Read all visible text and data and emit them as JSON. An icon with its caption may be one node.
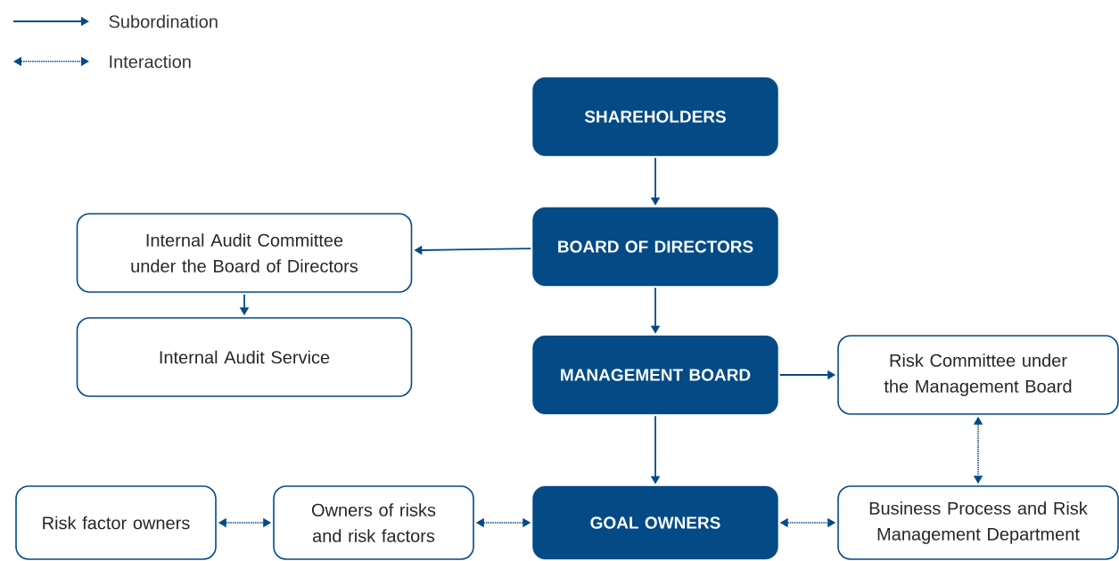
{
  "diagram": {
    "nodes": [
      {
        "text": [
          "SHAREHOLDERS"
        ]
      },
      {
        "text": [
          "BOARD OF DIRECTORS"
        ]
      },
      {
        "text": [
          "Internal Audit Committee under the Board of Directors"
        ]
      },
      {
        "text": [
          "Internal Audit Service"
        ]
      },
      {
        "text": [
          "MANAGEMENT BOARD"
        ]
      },
      {
        "text": [
          "Risk Committee under the Management Board"
        ]
      },
      {
        "text": [
          "Risk factor owners"
        ]
      },
      {
        "text": [
          "Owners of risks and risk factors"
        ]
      },
      {
        "text": [
          "GOAL OWNERS"
        ]
      },
      {
        "text": [
          "Business Process and Risk Management Department"
        ]
      }
    ],
    "edges": [
      {
        "from": 0,
        "to": 1,
        "arrow": "to"
      },
      {
        "from": 1,
        "to": 2,
        "arrow": "to"
      },
      {
        "from": 2,
        "to": 3,
        "arrow": "to"
      },
      {
        "from": 1,
        "to": 4,
        "arrow": "to"
      },
      {
        "from": 4,
        "to": 5,
        "arrow": "to"
      },
      {
        "from": 4,
        "to": 8,
        "arrow": "to"
      },
      {
        "from": 5,
        "to": 9,
        "arrow": "both",
        "style": "dashed"
      },
      {
        "from": 6,
        "to": 7,
        "arrow": "both",
        "style": "dashed"
      },
      {
        "from": 7,
        "to": 8,
        "arrow": "both",
        "style": "dashed"
      },
      {
        "from": 8,
        "to": 9,
        "arrow": "both",
        "style": "dashed"
      }
    ],
    "legend": [
      {
        "text": "Subordination"
      },
      {
        "text": "Interaction"
      }
    ]
  }
}
